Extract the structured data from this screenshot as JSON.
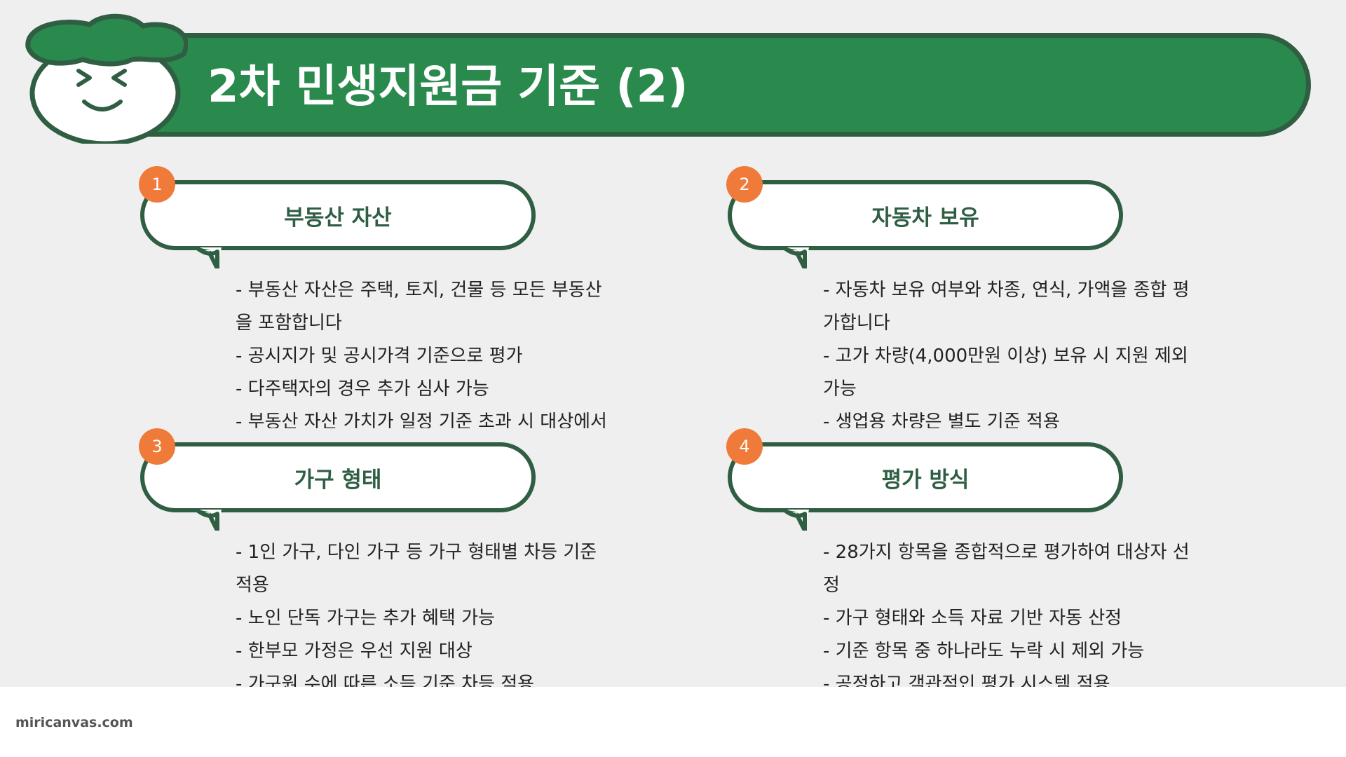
{
  "title": "2차 민생지원금 기준 (2)",
  "colors": {
    "title_bar": "#2a8a4e",
    "outline": "#2f5e43",
    "badge": "#ef7a3a",
    "background": "#efefef"
  },
  "cards": [
    {
      "number": "1",
      "heading": "부동산 자산",
      "lines": [
        "- 부동산 자산은 주택, 토지, 건물 등 모든 부동산",
        "을 포함합니다",
        "- 공시지가 및 공시가격 기준으로 평가",
        "- 다주택자의 경우 추가 심사 가능",
        "- 부동산 자산 가치가 일정 기준 초과 시 대상에서"
      ]
    },
    {
      "number": "2",
      "heading": "자동차 보유",
      "lines": [
        "- 자동차 보유 여부와 차종, 연식, 가액을 종합 평",
        "가합니다",
        "- 고가 차량(4,000만원 이상) 보유 시 지원 제외",
        "가능",
        "- 생업용 차량은 별도 기준 적용"
      ]
    },
    {
      "number": "3",
      "heading": "가구 형태",
      "lines": [
        "- 1인 가구, 다인 가구 등 가구 형태별 차등 기준",
        "적용",
        "- 노인 단독 가구는 추가 혜택 가능",
        "- 한부모 가정은 우선 지원 대상",
        "- 가구원 수에 따른 소득 기준 차등 적용"
      ]
    },
    {
      "number": "4",
      "heading": "평가 방식",
      "lines": [
        "- 28가지 항목을 종합적으로 평가하여 대상자 선",
        "정",
        "- 가구 형태와 소득 자료 기반 자동 산정",
        "- 기준 항목 중 하나라도 누락 시 제외 가능",
        "- 공정하고 객관적인 평가 시스템 적용"
      ]
    }
  ],
  "watermark": "miricanvas.com"
}
